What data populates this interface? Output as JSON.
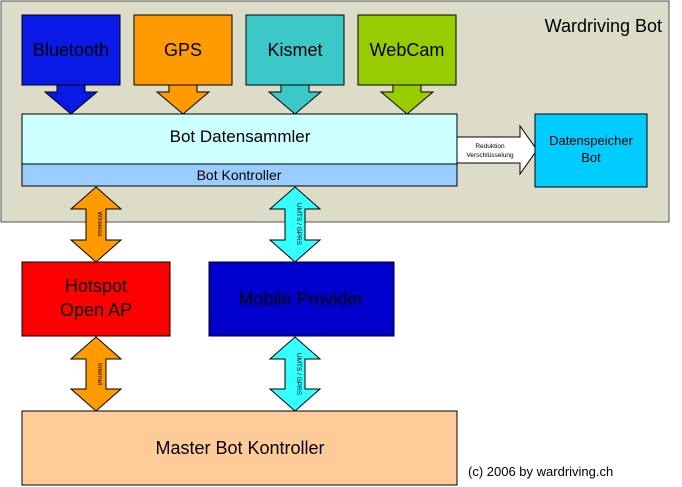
{
  "title": "Wardriving Bot",
  "sources": [
    {
      "label": "Bluetooth",
      "color": "#0a1ae6"
    },
    {
      "label": "GPS",
      "color": "#ff9b00"
    },
    {
      "label": "Kismet",
      "color": "#3cc8c8"
    },
    {
      "label": "WebCam",
      "color": "#99cc00"
    }
  ],
  "collector": {
    "label": "Bot Datensammler",
    "color": "#ccffff"
  },
  "controller": {
    "label": "Bot Kontroller",
    "color": "#99ccff"
  },
  "storage": {
    "line1": "Datenspeicher",
    "line2": "Bot",
    "color": "#00ccff"
  },
  "storage_arrow": {
    "line1": "Reduktion",
    "line2": "Verschlüsselung"
  },
  "hotspot": {
    "line1": "Hotspot",
    "line2": "Open AP",
    "color": "#ff0000"
  },
  "mobile": {
    "label": "Mobile Provider",
    "color": "#0000cc"
  },
  "master": {
    "label": "Master Bot Kontroller",
    "color": "#ffcc99"
  },
  "links": {
    "wireless": "Wireless",
    "umts_upper": "UMTS / GPRS",
    "internet": "Internet",
    "umts_lower": "UMTS / GPRS"
  },
  "copyright": "(c) 2006 by wardriving.ch"
}
